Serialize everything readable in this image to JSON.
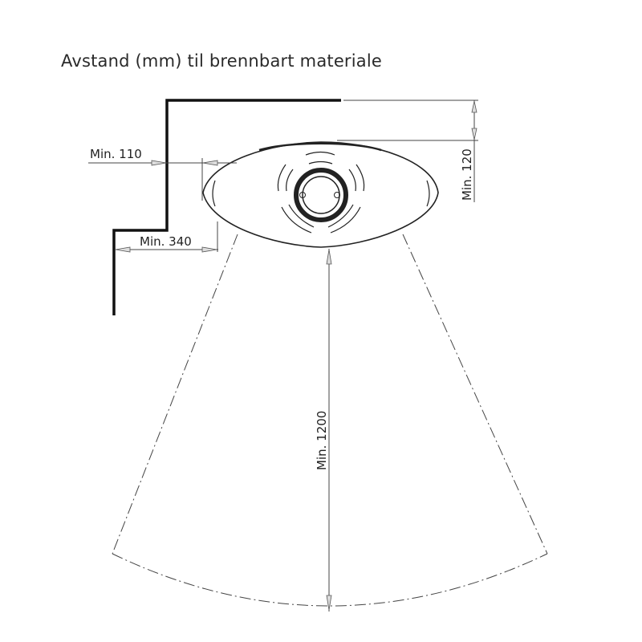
{
  "title": "Avstand (mm) til brennbart materiale",
  "dimensions": {
    "back_wall": "Min. 120",
    "side_wall": "Min. 110",
    "corner_side": "Min. 340",
    "front": "Min. 1200"
  }
}
